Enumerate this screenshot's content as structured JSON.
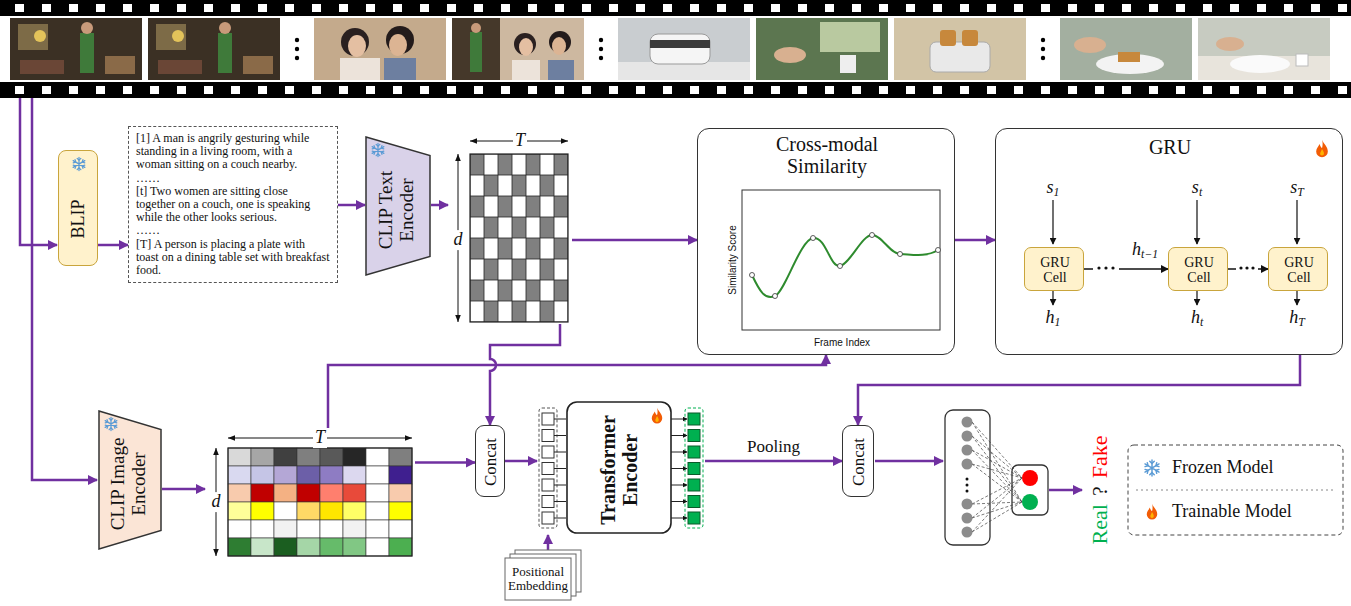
{
  "diagram": {
    "nodes": [
      {
        "text": [
          "BLIP"
        ]
      },
      {
        "text": [
          "[1] A man is angrily gesturing while standing in a living room, with a woman sitting on a couch nearby.",
          "……",
          "[t] Two women are sitting close together on a couch, one is speaking while the other looks serious.",
          "……",
          "[T] A person is placing a plate with toast on a dining table set with breakfast food."
        ]
      },
      {
        "text": [
          "CLIP Text Encoder"
        ]
      },
      {
        "text": [
          "T",
          "d"
        ]
      },
      {
        "text": [
          "Cross-modal Similarity",
          "Similarity Score",
          "Frame Index"
        ]
      },
      {
        "text": [
          "GRU"
        ]
      },
      {
        "text": [
          "GRU Cell"
        ],
        "in": 5
      },
      {
        "text": [
          "GRU Cell"
        ],
        "in": 5
      },
      {
        "text": [
          "GRU Cell"
        ],
        "in": 5
      },
      {
        "text": [
          "CLIP Image Encoder"
        ]
      },
      {
        "text": [
          "T",
          "d"
        ]
      },
      {
        "text": [
          "Concat"
        ]
      },
      {
        "text": [
          "Transformer Encoder"
        ]
      },
      {
        "text": [
          "Positional Embedding"
        ]
      },
      {
        "text": [
          "Concat"
        ]
      }
    ],
    "edges": [
      {
        "from": 0,
        "to": 1,
        "arrow": "to"
      },
      {
        "from": 1,
        "to": 2,
        "arrow": "to"
      },
      {
        "from": 2,
        "to": 3,
        "arrow": "to"
      },
      {
        "from": 3,
        "to": 4,
        "arrow": "to"
      },
      {
        "from": 4,
        "to": 5,
        "arrow": "to"
      },
      {
        "from": 6,
        "to": 7,
        "arrow": "to"
      },
      {
        "from": 7,
        "to": 8,
        "arrow": "to"
      },
      {
        "from": 9,
        "to": 10,
        "arrow": "to"
      },
      {
        "from": 10,
        "to": 11,
        "arrow": "to"
      },
      {
        "from": 3,
        "to": 11,
        "arrow": "to"
      },
      {
        "from": 10,
        "to": 4,
        "arrow": "to"
      },
      {
        "from": 11,
        "to": 12,
        "arrow": "to"
      },
      {
        "from": 13,
        "to": 12,
        "arrow": "to"
      },
      {
        "from": 12,
        "to": 14,
        "label": "Pooling",
        "arrow": "to"
      },
      {
        "from": 5,
        "to": 14,
        "arrow": "to"
      }
    ],
    "labels": [
      "s1",
      "st",
      "sT",
      "h1",
      "ht",
      "hT",
      "ht−1",
      "Real",
      "?",
      "Fake"
    ],
    "legend": [
      {
        "text": "Frozen Model"
      },
      {
        "text": "Trainable Model"
      }
    ]
  }
}
